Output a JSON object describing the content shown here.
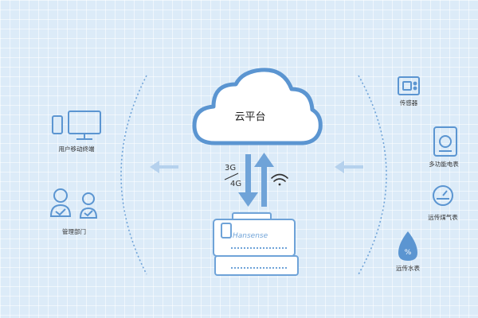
{
  "cloud": {
    "label": "云平台"
  },
  "network": {
    "gen3": "3G",
    "gen4": "4G"
  },
  "device": {
    "brand": "Hansense"
  },
  "left_items": [
    {
      "label": "用户移动终端",
      "icon": "mobile-terminal-icon"
    },
    {
      "label": "管理部门",
      "icon": "management-dept-icon"
    }
  ],
  "right_items": [
    {
      "label": "传感器",
      "icon": "sensor-icon"
    },
    {
      "label": "多功能电表",
      "icon": "multifunction-meter-icon"
    },
    {
      "label": "远传煤气表",
      "icon": "remote-gas-meter-icon"
    },
    {
      "label": "远传水表",
      "icon": "remote-water-meter-icon"
    }
  ],
  "colors": {
    "accent": "#5b95d1",
    "light_accent": "#9cc3e8",
    "background": "#dcebf8"
  }
}
